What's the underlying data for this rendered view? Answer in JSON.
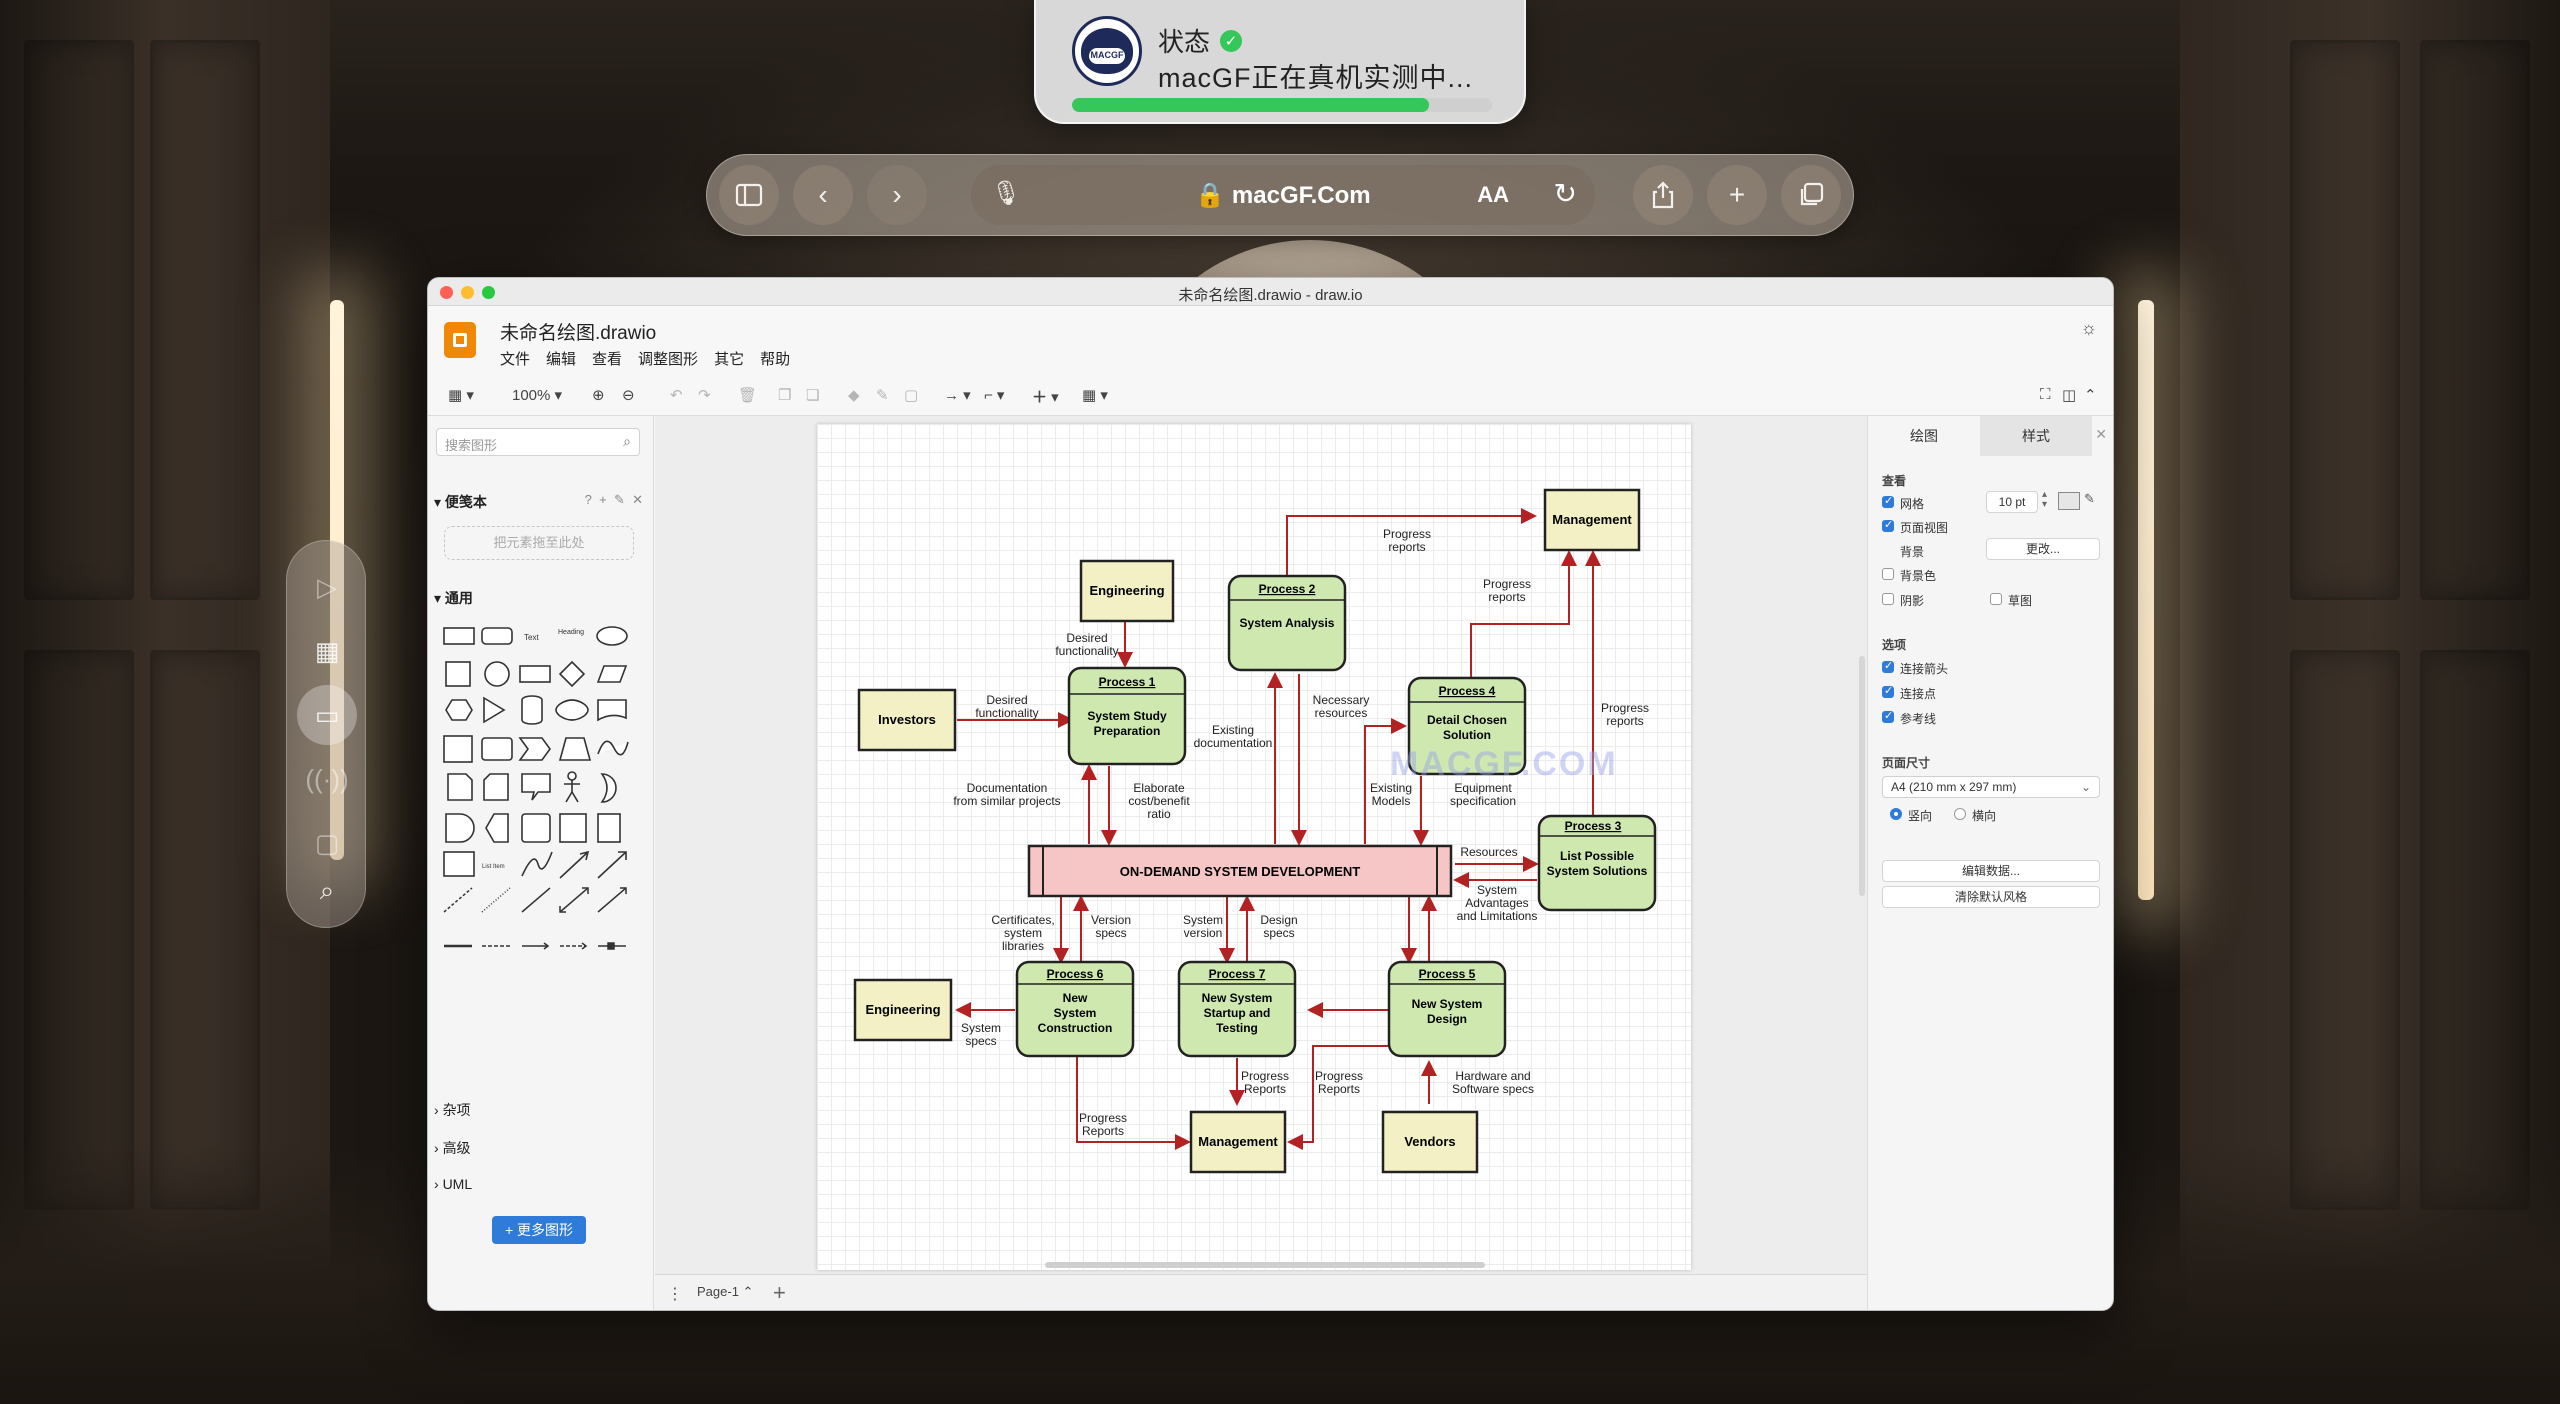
{
  "status": {
    "title": "状态",
    "message": "macGF正在真机实测中...",
    "progress": 0.85,
    "avatar_text": "MACGF"
  },
  "browser": {
    "url": "macGF.Com",
    "text_size_label": "AA"
  },
  "window": {
    "title": "未命名绘图.drawio - draw.io",
    "filename": "未命名绘图.drawio"
  },
  "menu": [
    "文件",
    "编辑",
    "查看",
    "调整图形",
    "其它",
    "帮助"
  ],
  "toolbar": {
    "zoom": "100%"
  },
  "left_panel": {
    "search_placeholder": "搜索图形",
    "scratchpad_title": "便笺本",
    "scratchpad_drop": "把元素拖至此处",
    "general_title": "通用",
    "sections": [
      "杂项",
      "高级",
      "UML"
    ],
    "more_shapes": "+ 更多图形"
  },
  "diagram": {
    "central": "ON-DEMAND SYSTEM DEVELOPMENT",
    "processes": [
      {
        "id": "Process 1",
        "name1": "System Study",
        "name2": "Preparation"
      },
      {
        "id": "Process 2",
        "name1": "System Analysis",
        "name2": ""
      },
      {
        "id": "Process 3",
        "name1": "List Possible",
        "name2": "System Solutions"
      },
      {
        "id": "Process 4",
        "name1": "Detail Chosen",
        "name2": "Solution"
      },
      {
        "id": "Process 5",
        "name1": "New System",
        "name2": "Design"
      },
      {
        "id": "Process 6",
        "name1": "New",
        "name2": "System",
        "name3": "Construction"
      },
      {
        "id": "Process 7",
        "name1": "New System",
        "name2": "Startup and",
        "name3": "Testing"
      }
    ],
    "entities": {
      "engineering_top": "Engineering",
      "investors": "Investors",
      "management_top": "Management",
      "engineering_left": "Engineering",
      "management_bottom": "Management",
      "vendors": "Vendors"
    },
    "labels": {
      "desired_func_1a": "Desired",
      "desired_func_1b": "functionality",
      "desired_func_2a": "Desired",
      "desired_func_2b": "functionality",
      "progress_reports_1a": "Progress",
      "progress_reports_1b": "reports",
      "progress_reports_2a": "Progress",
      "progress_reports_2b": "reports",
      "progress_reports_3a": "Progress",
      "progress_reports_3b": "reports",
      "necessary_a": "Necessary",
      "necessary_b": "resources",
      "existing_doc_a": "Existing",
      "existing_doc_b": "documentation",
      "doc_similar_a": "Documentation",
      "doc_similar_b": "from similar projects",
      "elaborate_a": "Elaborate",
      "elaborate_b": "cost/benefit",
      "elaborate_c": "ratio",
      "existing_models_a": "Existing",
      "existing_models_b": "Models",
      "equipment_a": "Equipment",
      "equipment_b": "specification",
      "resources": "Resources",
      "sys_adv_a": "System",
      "sys_adv_b": "Advantages",
      "sys_adv_c": "and Limitations",
      "cert_a": "Certificates,",
      "cert_b": "system",
      "cert_c": "libraries",
      "version_a": "Version",
      "version_b": "specs",
      "sysver_a": "System",
      "sysver_b": "version",
      "design_a": "Design",
      "design_b": "specs",
      "sysspecs_a": "System",
      "sysspecs_b": "specs",
      "pr_bottom_1a": "Progress",
      "pr_bottom_1b": "Reports",
      "pr_bottom_2a": "Progress",
      "pr_bottom_2b": "Reports",
      "pr_bottom_3a": "Progress",
      "pr_bottom_3b": "Reports",
      "hw_a": "Hardware and",
      "hw_b": "Software specs"
    }
  },
  "right_panel": {
    "tab_diagram": "绘图",
    "tab_style": "样式",
    "view_title": "查看",
    "grid": "网格",
    "grid_size": "10 pt",
    "page_view": "页面视图",
    "background": "背景",
    "change": "更改...",
    "bg_color": "背景色",
    "shadow": "阴影",
    "sketch": "草图",
    "options_title": "选项",
    "connection_arrows": "连接箭头",
    "connection_points": "连接点",
    "guides": "参考线",
    "page_size_title": "页面尺寸",
    "page_size": "A4 (210 mm x 297 mm)",
    "portrait": "竖向",
    "landscape": "横向",
    "edit_data": "编辑数据...",
    "clear_style": "清除默认风格"
  },
  "page_tab": "Page-1",
  "watermark": "MACGF.COM",
  "colors": {
    "process_fill": "#cfe8b0",
    "entity_fill": "#f2f0c4",
    "central_fill": "#f6c6c6",
    "arrow": "#b22222",
    "accent": "#2f7bd9",
    "progress": "#35c759"
  }
}
